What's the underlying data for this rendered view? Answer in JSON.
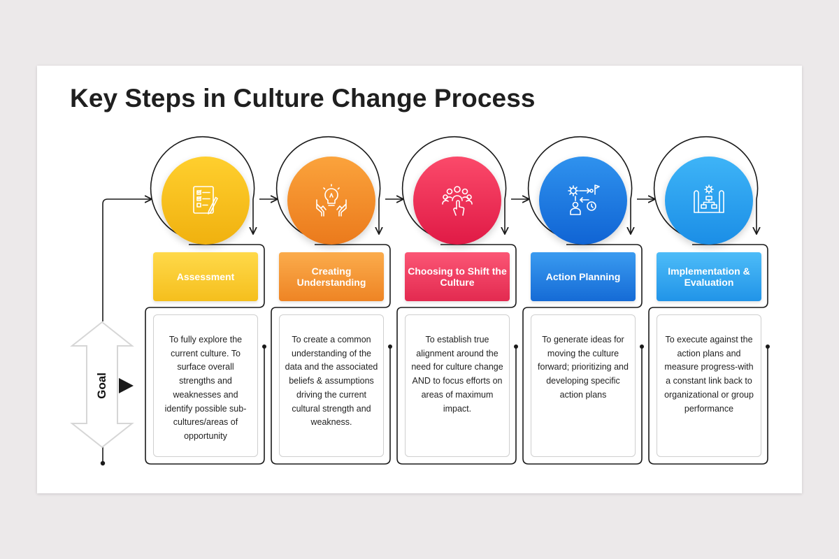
{
  "title": "Key Steps in Culture Change Process",
  "goal_label": "Goal",
  "steps": [
    {
      "label": "Assessment",
      "icon": "checklist-icon",
      "color": "#f5bf1d",
      "description": "To fully explore the current culture. To surface overall strengths and weaknesses and identify possible sub-cultures/areas of opportunity"
    },
    {
      "label": "Creating Understanding",
      "icon": "lightbulb-hands-icon",
      "color": "#ee8424",
      "description": "To create a common understanding of the data and the associated beliefs & assumptions driving the current cultural strength and weakness."
    },
    {
      "label": "Choosing to Shift the Culture",
      "icon": "team-pointer-icon",
      "color": "#e32a50",
      "description": "To establish true alignment around the need for culture change AND to focus efforts on areas of maximum impact."
    },
    {
      "label": "Action Planning",
      "icon": "plan-workflow-icon",
      "color": "#156bd6",
      "description": "To generate ideas for moving the culture forward; prioritizing and developing specific action plans"
    },
    {
      "label": "Implementation & Evaluation",
      "icon": "blueprint-gear-icon",
      "color": "#2194e8",
      "description": "To execute against the action plans and measure progress-with a constant link back to organizational or group performance"
    }
  ]
}
